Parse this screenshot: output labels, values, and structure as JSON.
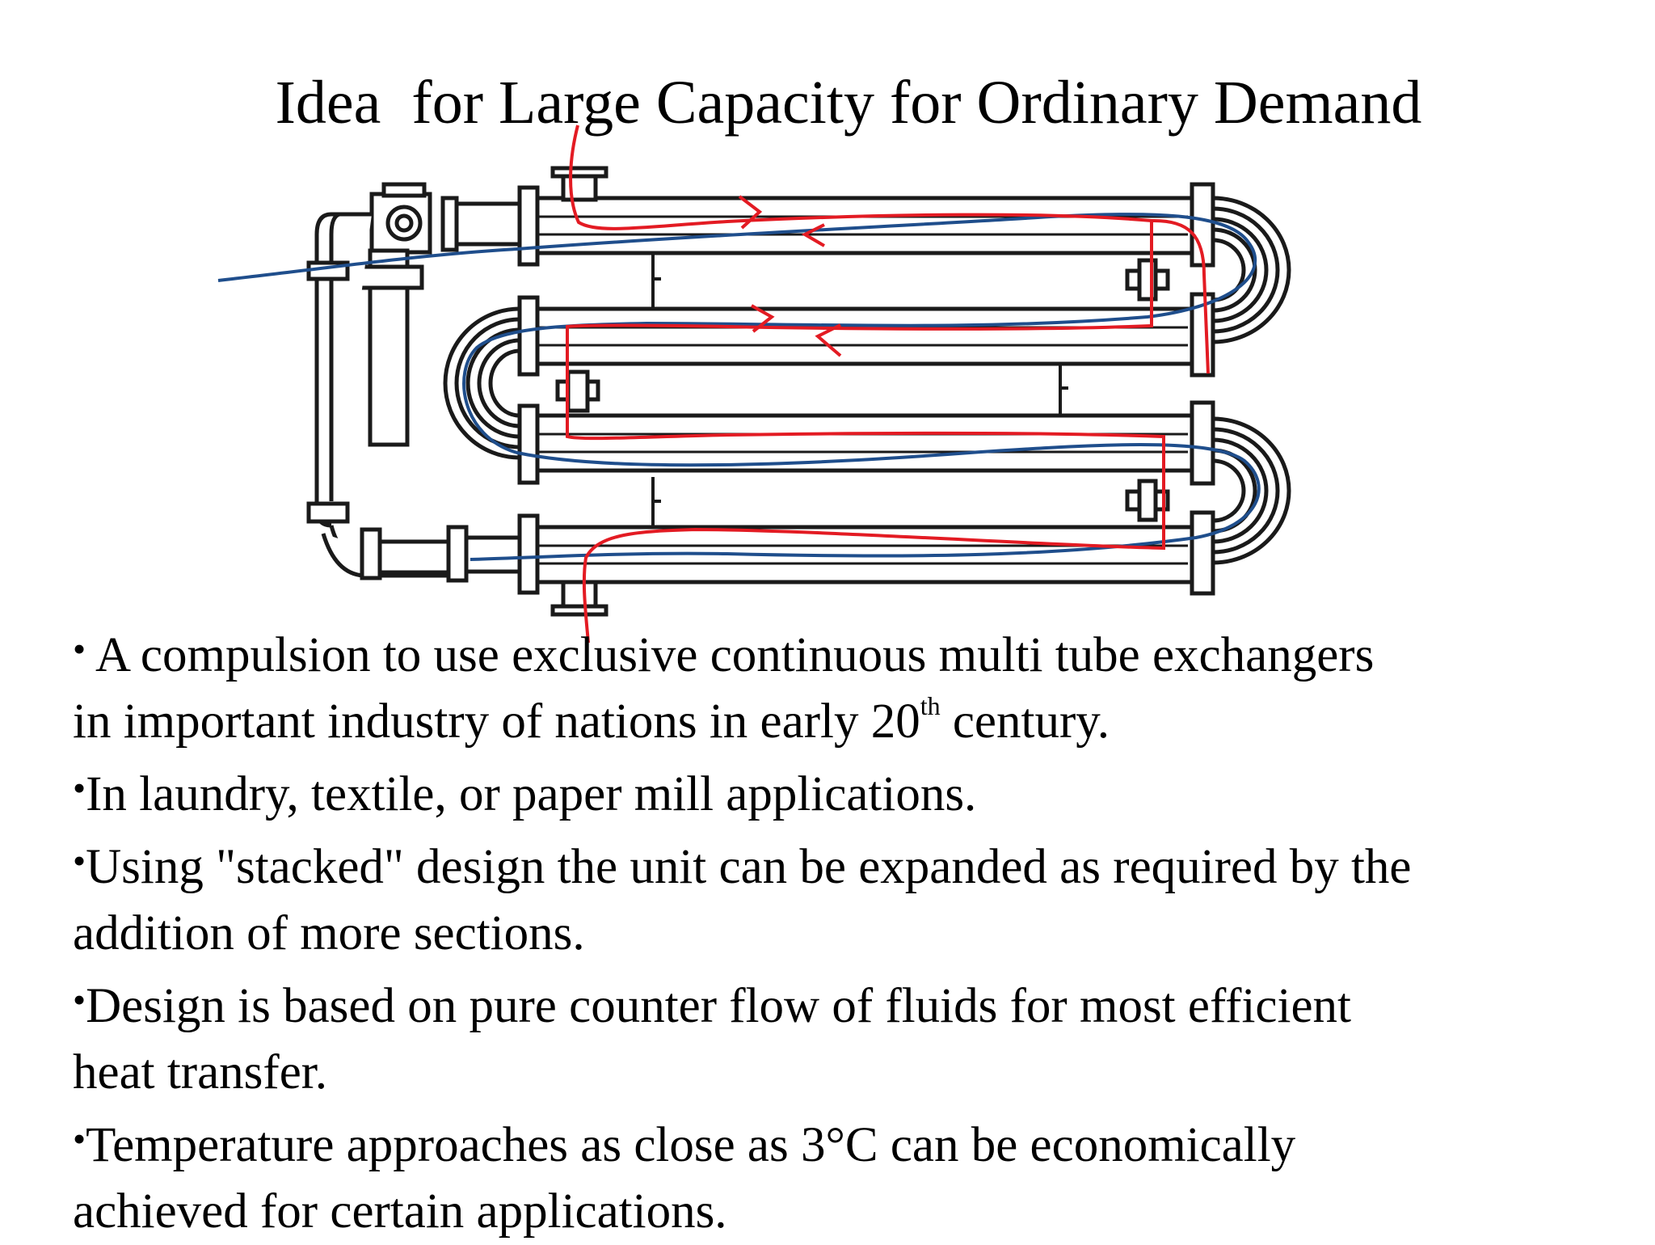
{
  "slide": {
    "title": "Idea  for Large Capacity for Ordinary Demand"
  },
  "diagram": {
    "line_color": "#1a1a1a",
    "hot_flow_color": "#e31b23",
    "cold_flow_color": "#1f4e8c"
  },
  "bullets": [
    {
      "id": "b1",
      "line1": "A compulsion to use exclusive continuous multi tube exchangers",
      "line2_pre": "in important industry of nations in early 20",
      "line2_sup": "th",
      "line2_post": " century."
    },
    {
      "id": "b2",
      "text": "In laundry, textile, or paper mill applications."
    },
    {
      "id": "b3",
      "line1": "Using \"stacked\" design the unit can be expanded as required by the",
      "line2": "addition of more sections."
    },
    {
      "id": "b4",
      "line1": "Design is based on pure counter flow of fluids for most efficient",
      "line2": "heat transfer."
    },
    {
      "id": "b5",
      "line1": "Temperature approaches as close as 3°C can be economically",
      "line2": "achieved for certain applications."
    }
  ]
}
